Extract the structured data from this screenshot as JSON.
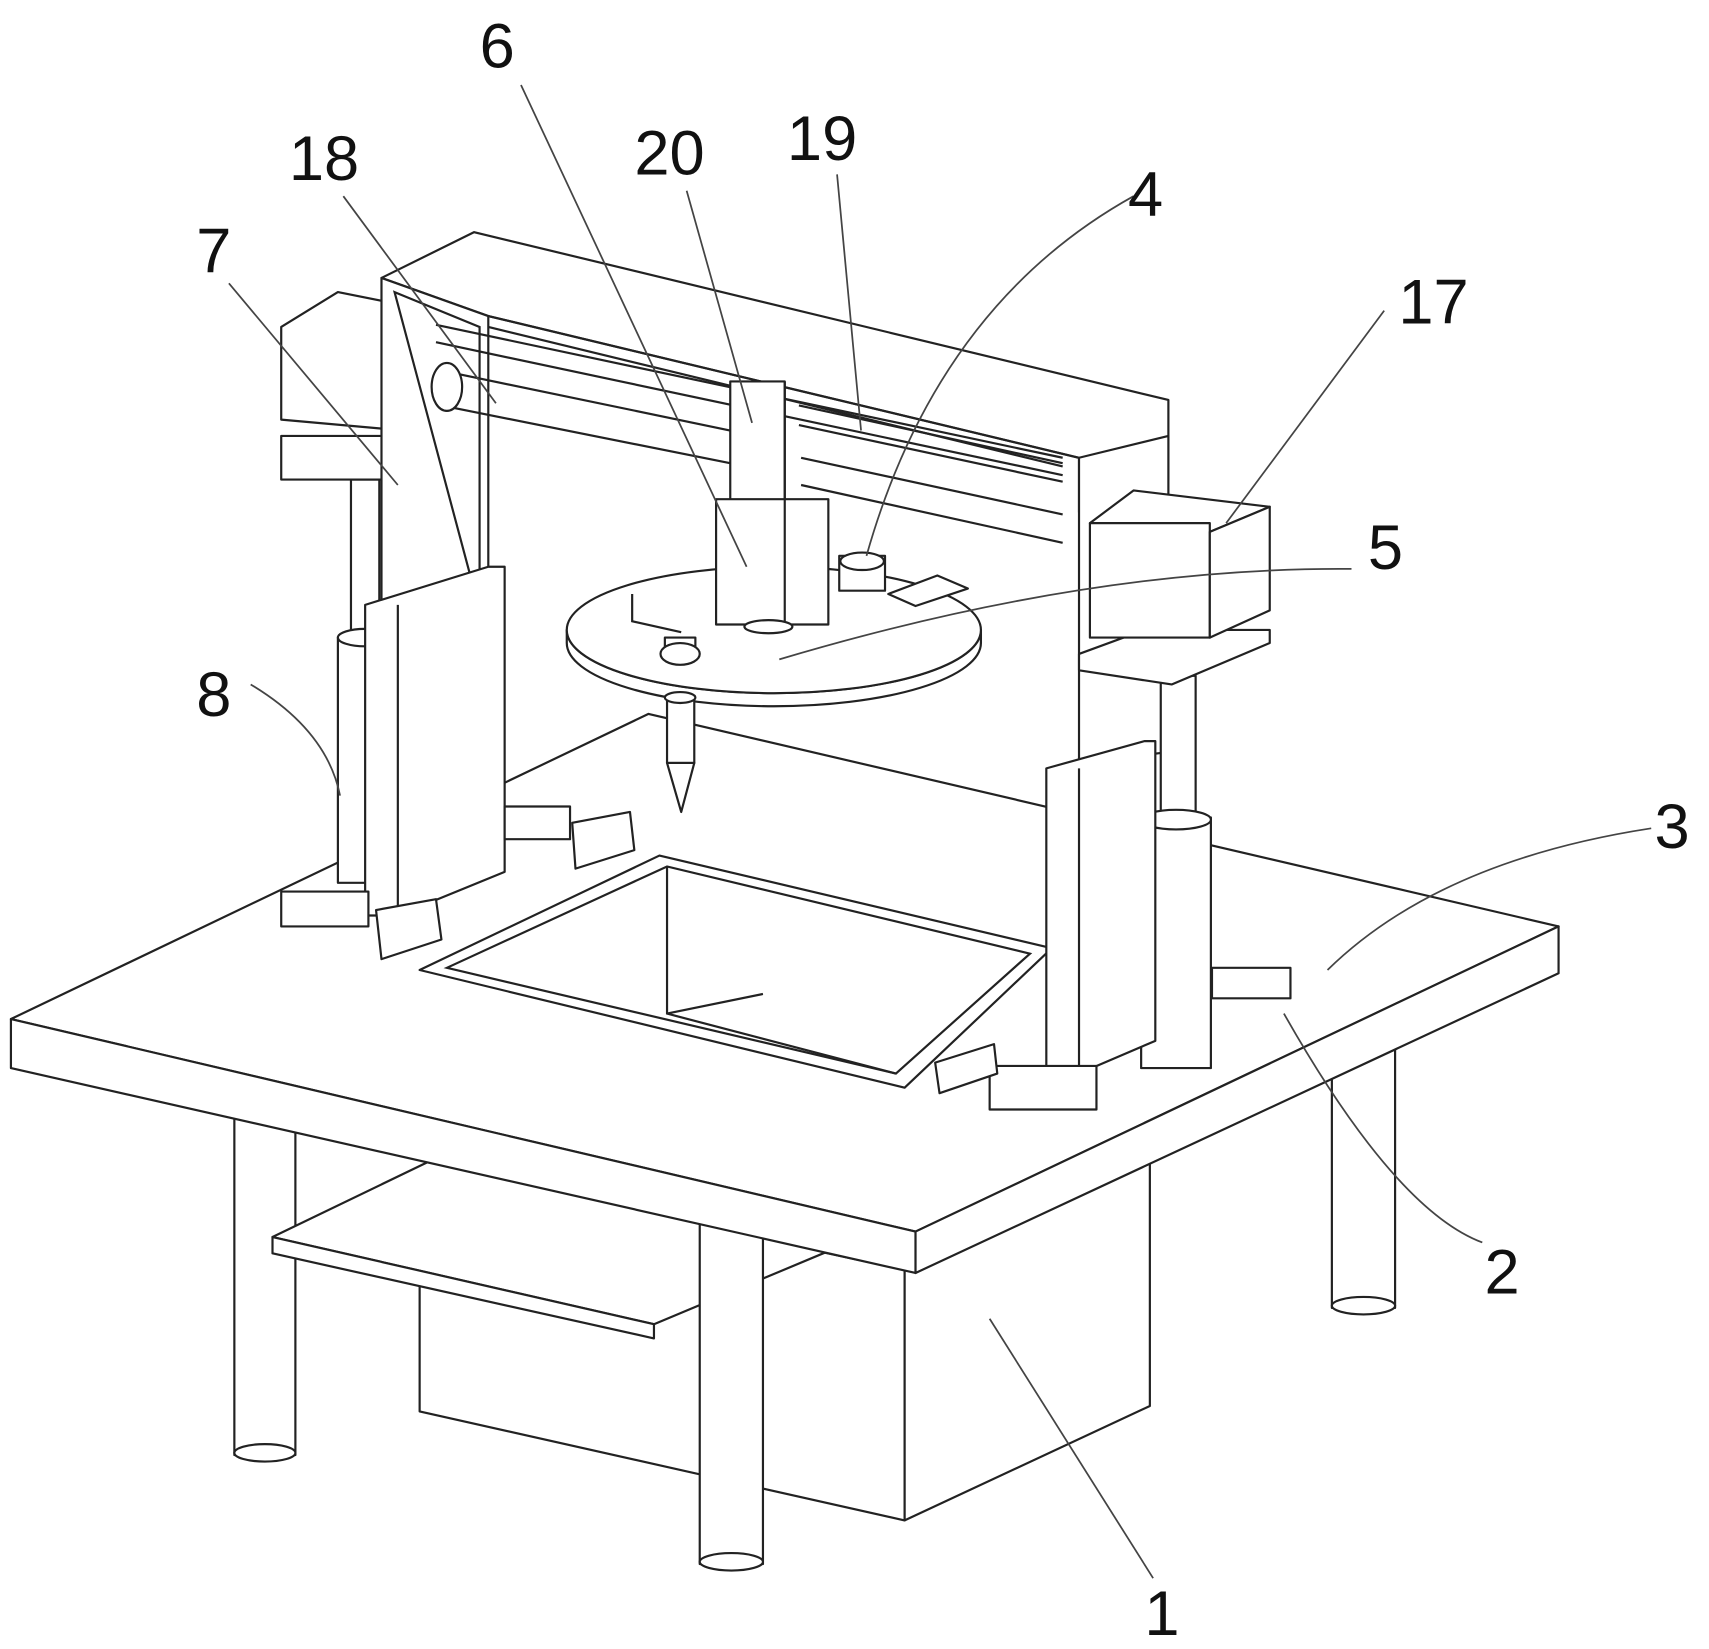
{
  "figure": {
    "type": "patent-line-drawing",
    "labels": [
      {
        "id": "1",
        "text": "1"
      },
      {
        "id": "2",
        "text": "2"
      },
      {
        "id": "3",
        "text": "3"
      },
      {
        "id": "4",
        "text": "4"
      },
      {
        "id": "5",
        "text": "5"
      },
      {
        "id": "6",
        "text": "6"
      },
      {
        "id": "7",
        "text": "7"
      },
      {
        "id": "8",
        "text": "8"
      },
      {
        "id": "17",
        "text": "17"
      },
      {
        "id": "18",
        "text": "18"
      },
      {
        "id": "19",
        "text": "19"
      },
      {
        "id": "20",
        "text": "20"
      }
    ]
  }
}
